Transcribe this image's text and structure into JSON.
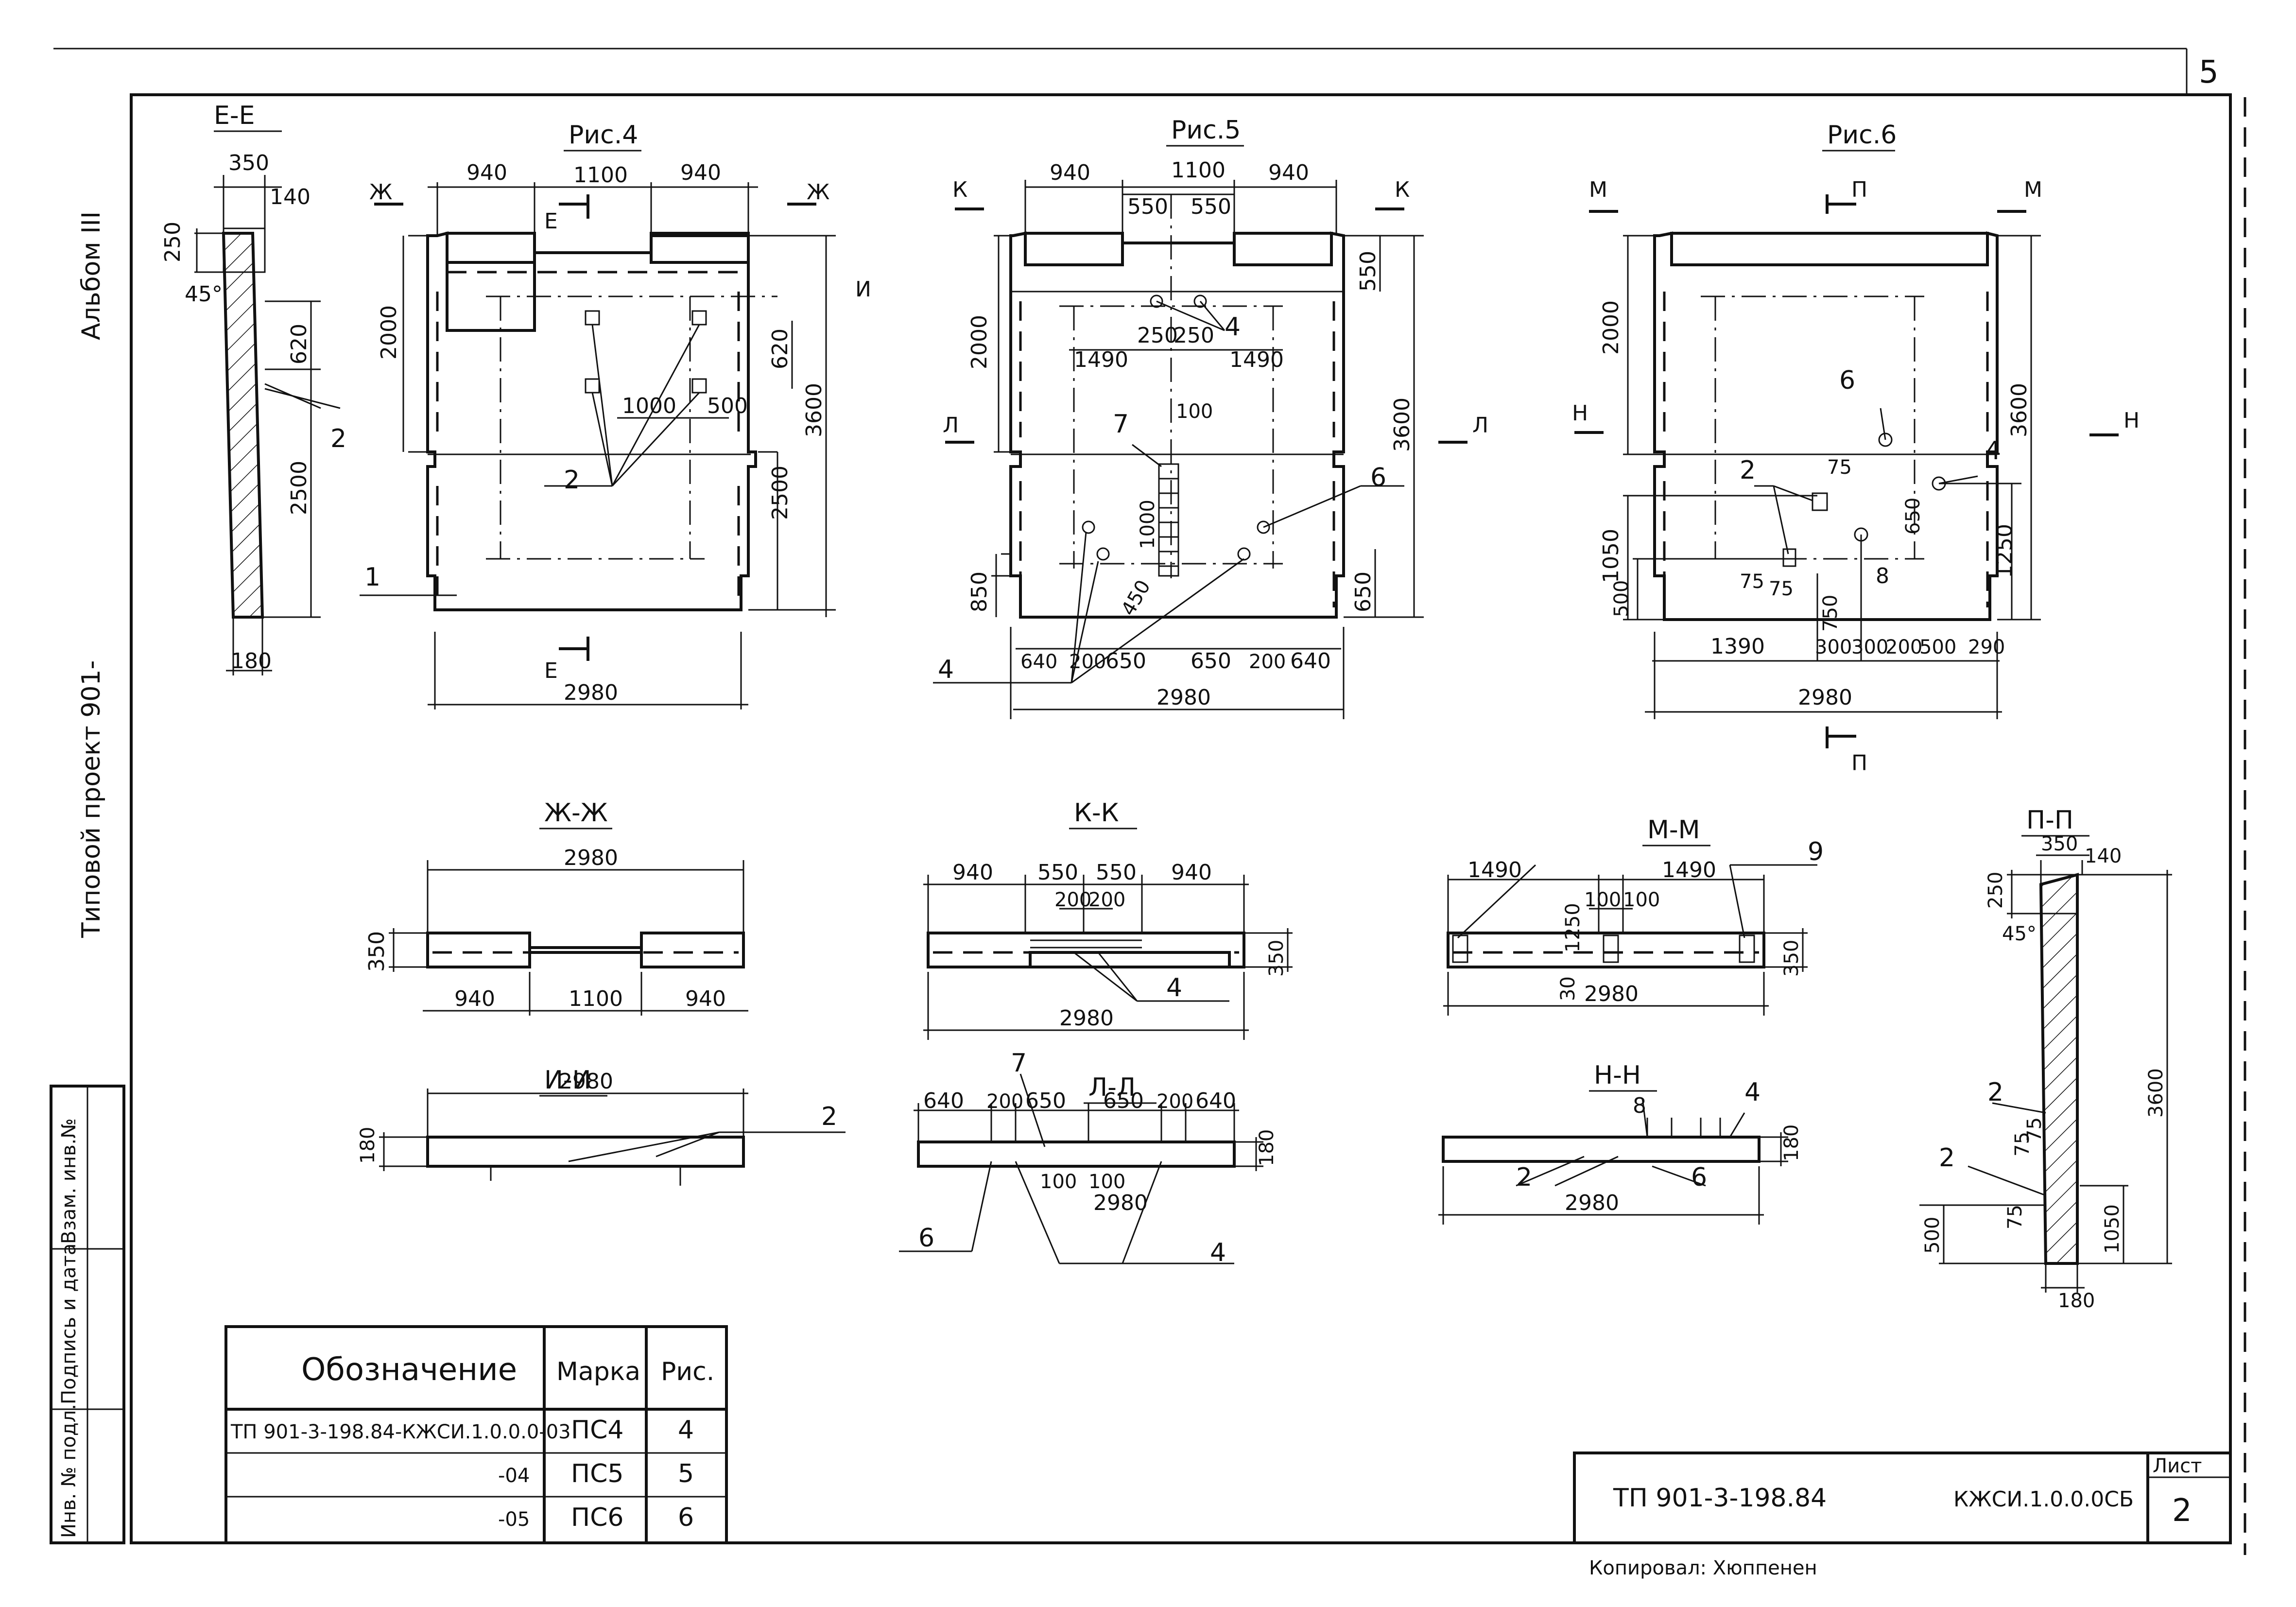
{
  "sheet_number": "5",
  "side_labels": {
    "album": "Альбом III",
    "project": "Типовой проект 901-"
  },
  "stamp_fields": [
    "Инв. № подл.",
    "Подпись и дата",
    "Взам. инв.№"
  ],
  "figures": {
    "fig4": {
      "title": "Рис.4",
      "dims": [
        "940",
        "1100",
        "940",
        "2000",
        "3600",
        "620",
        "1000",
        "500",
        "2500",
        "2980"
      ],
      "callouts": [
        "2",
        "1"
      ],
      "cut_marks": [
        "Ж",
        "Ж",
        "И",
        "Е",
        "Е"
      ]
    },
    "fig5": {
      "title": "Рис.5",
      "dims": [
        "940",
        "1100",
        "940",
        "550",
        "550",
        "2000",
        "550",
        "250",
        "250",
        "1490",
        "1490",
        "100",
        "3600",
        "1000",
        "450",
        "850",
        "650",
        "640",
        "200",
        "650",
        "650",
        "200",
        "640",
        "2980"
      ],
      "callouts": [
        "4",
        "7",
        "6",
        "4"
      ],
      "cut_marks": [
        "К",
        "К",
        "Л",
        "Л"
      ]
    },
    "fig6": {
      "title": "Рис.6",
      "dims": [
        "2000",
        "3600",
        "75",
        "1050",
        "500",
        "1250",
        "75",
        "75",
        "750",
        "650",
        "1390",
        "300",
        "300",
        "200",
        "500",
        "290",
        "2980"
      ],
      "callouts": [
        "6",
        "2",
        "4",
        "8"
      ],
      "cut_marks": [
        "М",
        "М",
        "П",
        "Н",
        "Н",
        "П"
      ]
    }
  },
  "sections": {
    "EE": {
      "title": "Е-Е",
      "dims": [
        "350",
        "140",
        "250",
        "45°",
        "620",
        "2500",
        "180"
      ],
      "callouts": [
        "2"
      ]
    },
    "ZhZh": {
      "title": "Ж-Ж",
      "dims": [
        "2980",
        "350",
        "940",
        "1100",
        "940"
      ]
    },
    "II": {
      "title": "И-И",
      "dims": [
        "2980",
        "180"
      ],
      "callouts": [
        "2"
      ]
    },
    "KK": {
      "title": "К-К",
      "dims": [
        "940",
        "550",
        "550",
        "940",
        "200",
        "200",
        "350",
        "2980"
      ],
      "callouts": [
        "4"
      ]
    },
    "LL": {
      "title": "Л-Л",
      "dims": [
        "640",
        "200",
        "650",
        "650",
        "200",
        "640",
        "180",
        "100",
        "100",
        "2980"
      ],
      "callouts": [
        "7",
        "6",
        "4"
      ]
    },
    "MM": {
      "title": "М-М",
      "dims": [
        "1490",
        "1490",
        "100",
        "100",
        "1250",
        "350",
        "30",
        "2980"
      ],
      "callouts": [
        "9"
      ]
    },
    "NN": {
      "title": "Н-Н",
      "dims": [
        "180",
        "2980"
      ],
      "callouts": [
        "8",
        "4",
        "2",
        "6"
      ]
    },
    "PP": {
      "title": "П-П",
      "dims": [
        "350",
        "140",
        "250",
        "45°",
        "3600",
        "75",
        "75",
        "75",
        "1050",
        "500",
        "180"
      ],
      "callouts": [
        "2",
        "2"
      ]
    }
  },
  "spec_table": {
    "headers": [
      "Обозначение",
      "Марка",
      "Рис."
    ],
    "rows": [
      [
        "ТП 901-3-198.84-КЖСИ.1.0.0.0-03",
        "ПС4",
        "4"
      ],
      [
        "-04",
        "ПС5",
        "5"
      ],
      [
        "-05",
        "ПС6",
        "6"
      ]
    ]
  },
  "title_block": {
    "project_code": "ТП 901-3-198.84",
    "doc_code": "КЖСИ.1.0.0.0СБ",
    "sheet_label": "Лист",
    "sheet_value": "2"
  },
  "copied_by": "Копировал: Хюппенен"
}
